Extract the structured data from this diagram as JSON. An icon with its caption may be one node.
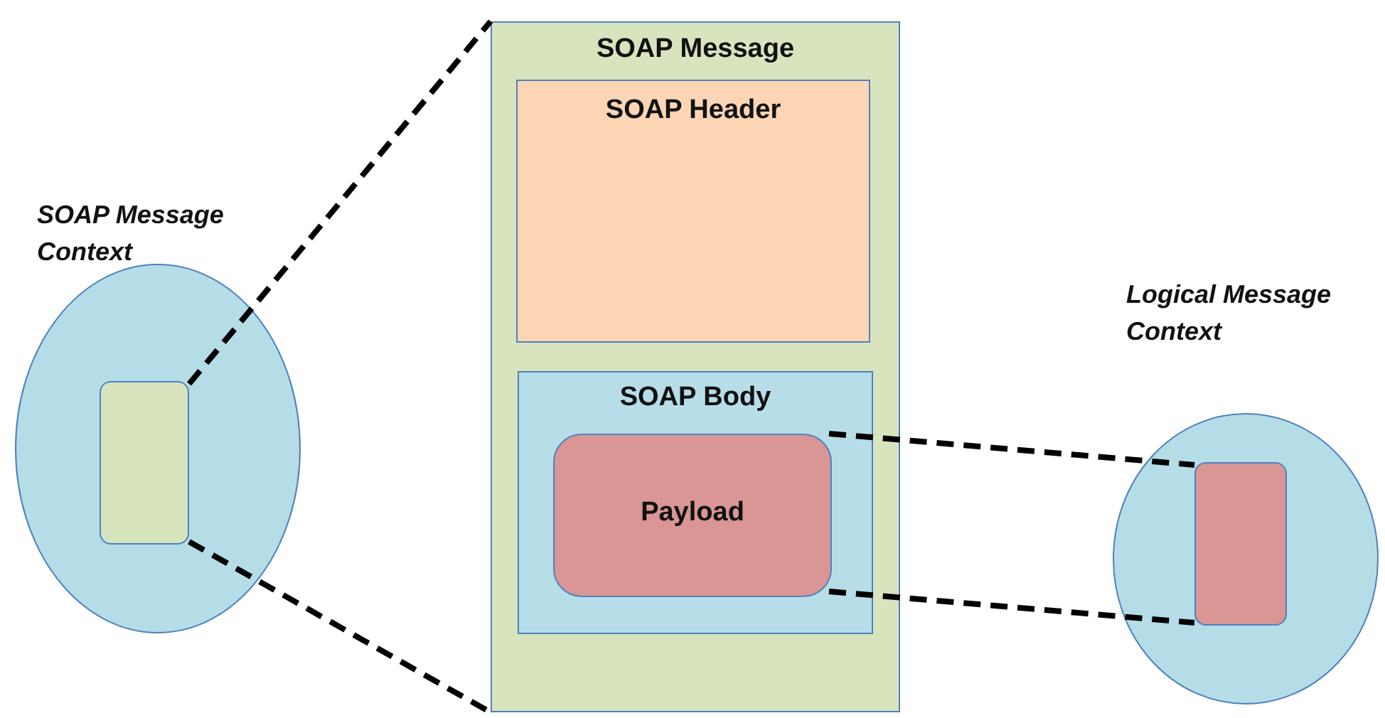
{
  "diagram": {
    "nodes": [
      {
        "text": [
          "SOAP Message Context"
        ]
      },
      {
        "text": [],
        "shape": "box",
        "in": 0
      },
      {
        "text": [
          "SOAP Message"
        ]
      },
      {
        "text": [
          "SOAP Header"
        ],
        "in": 2
      },
      {
        "text": [
          "SOAP Body"
        ],
        "in": 2
      },
      {
        "text": [
          "Payload"
        ],
        "in": 4
      },
      {
        "text": [
          "Logical Message Context"
        ]
      },
      {
        "text": [],
        "shape": "box",
        "in": 6
      }
    ],
    "edges": [
      {
        "from": 1,
        "to": 2,
        "arrow": "none",
        "style": "dashed"
      },
      {
        "from": 1,
        "to": 2,
        "arrow": "none",
        "style": "dashed"
      },
      {
        "from": 5,
        "to": 7,
        "arrow": "none",
        "style": "dashed"
      },
      {
        "from": 5,
        "to": 7,
        "arrow": "none",
        "style": "dashed"
      }
    ]
  }
}
